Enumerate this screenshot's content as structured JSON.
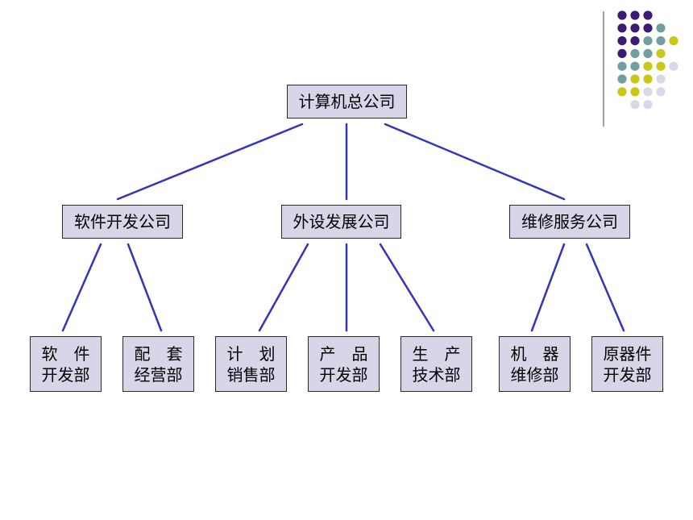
{
  "root": {
    "label": "计算机总公司"
  },
  "divisions": [
    {
      "label": "软件开发公司",
      "departments": [
        {
          "lines": [
            "软　件",
            "开发部"
          ]
        },
        {
          "lines": [
            "配　套",
            "经营部"
          ]
        }
      ]
    },
    {
      "label": "外设发展公司",
      "departments": [
        {
          "lines": [
            "计　划",
            "销售部"
          ]
        },
        {
          "lines": [
            "产　品",
            "开发部"
          ]
        },
        {
          "lines": [
            "生　产",
            "技术部"
          ]
        }
      ]
    },
    {
      "label": "维修服务公司",
      "departments": [
        {
          "lines": [
            "机　器",
            "维修部"
          ]
        },
        {
          "lines": [
            "原器件",
            "开发部"
          ]
        }
      ]
    }
  ],
  "colors": {
    "box_fill": "#d6d6e8",
    "box_border": "#2a2a2a",
    "connector": "#3333bb",
    "dot_purple": "#3d1a78",
    "dot_teal": "#6f9fa0",
    "dot_yellow": "#c8c817",
    "dot_lavender": "#d8d8e8",
    "divider": "#808080"
  }
}
